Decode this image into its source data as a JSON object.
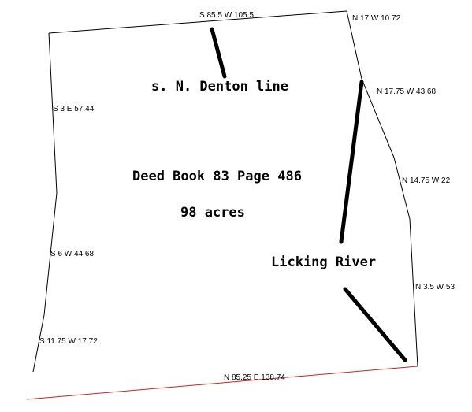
{
  "plat": {
    "colors": {
      "boundary": "#000000",
      "south_boundary": "#cc2222",
      "pointer": "#000000"
    },
    "bearings": {
      "north_top": "S 85.5 W 105.5",
      "ne_corner": "N 17 W 10.72",
      "east_upper": "N 17.75 W 43.68",
      "east_middle": "N 14.75 W 22",
      "east_lower": "N 3.5 W 53",
      "south": "N 85.25 E 138.74",
      "west_upper": "S 3 E 57.44",
      "west_middle": "S 6 W 44.68",
      "west_lower": "S 11.75 W 17.72"
    },
    "labels": {
      "adjoiner": "s. N. Denton line",
      "deed": "Deed Book 83 Page 486",
      "acreage": "98 acres",
      "river": "Licking River"
    }
  }
}
